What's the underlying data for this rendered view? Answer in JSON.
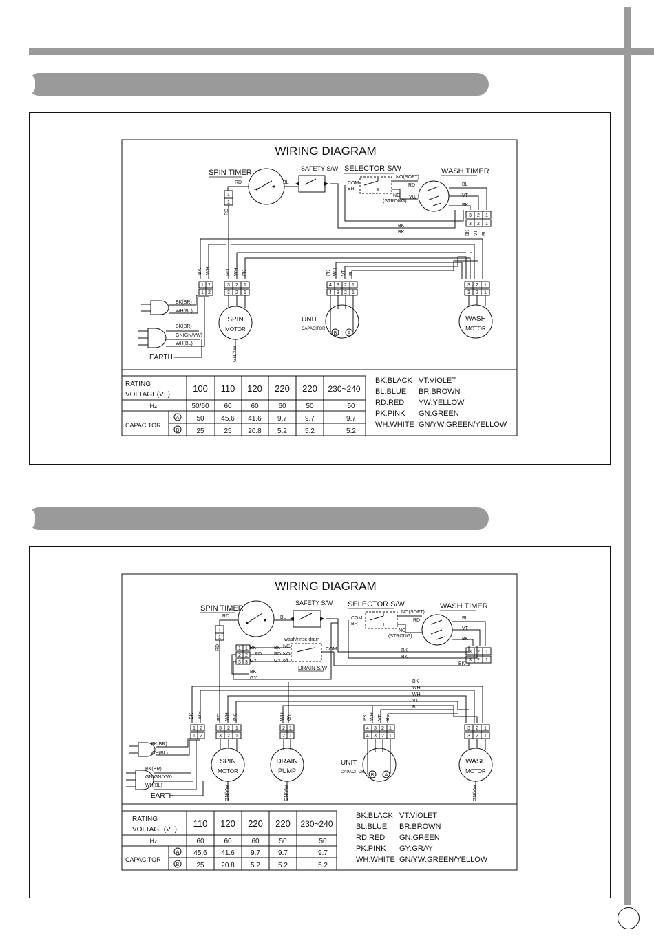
{
  "diagram1": {
    "title": "WIRING DIAGRAM",
    "components": {
      "spin_timer": "SPIN TIMER",
      "safety_sw": "SAFETY S/W",
      "selector_sw": "SELECTOR S/W",
      "wash_timer": "WASH TIMER",
      "spin_motor": [
        "SPIN",
        "MOTOR"
      ],
      "unit_capacitor": [
        "UNIT",
        "CAPACITOR"
      ],
      "wash_motor": [
        "WASH",
        "MOTOR"
      ],
      "earth": "EARTH",
      "no_soft": "NO(SOFT)",
      "nc": "NC",
      "strong": "(STRONG)",
      "com": "COM",
      "br": "BR"
    },
    "wires": {
      "rd": "RD",
      "bl": "BL",
      "bk": "BK",
      "wh": "WH",
      "vt": "VT",
      "pk": "PK",
      "yw": "YW",
      "gn_yw": "GN/YW",
      "plug_bk": "BK(BR)",
      "plug_wh": "WH(BL)",
      "plug_gn": "GN(GN/YW)",
      "cap_a": "A",
      "cap_b": "B"
    },
    "rating_table": {
      "header_label": [
        "RATING",
        "VOLTAGE(V~)"
      ],
      "voltages": [
        "100",
        "110",
        "120",
        "220",
        "220",
        "230~240"
      ],
      "hz_label": "Hz",
      "hz": [
        "50/60",
        "60",
        "60",
        "60",
        "50",
        "50"
      ],
      "capacitor_label": "CAPACITOR",
      "row_a_label": "A",
      "row_b_label": "B",
      "cap_a": [
        "50",
        "45.6",
        "41.6",
        "9.7",
        "9.7",
        "9.7"
      ],
      "cap_b": [
        "25",
        "25",
        "20.8",
        "5.2",
        "5.2",
        "5.2"
      ]
    },
    "legend": [
      [
        "BK:BLACK",
        "VT:VIOLET"
      ],
      [
        "BL:BLUE",
        "BR:BROWN"
      ],
      [
        "RD:RED",
        "YW:YELLOW"
      ],
      [
        "PK:PINK",
        "GN:GREEN"
      ],
      [
        "WH:WHITE",
        "GN/YW:GREEN/YELLOW"
      ]
    ]
  },
  "diagram2": {
    "title": "WIRING DIAGRAM",
    "components": {
      "spin_timer": "SPIN TIMER",
      "safety_sw": "SAFETY S/W",
      "selector_sw": "SELECTOR S/W",
      "wash_timer": "WASH TIMER",
      "drain_sw": "DRAIN S/W",
      "drain_modes": "wash/rinse,drain",
      "spin_motor": [
        "SPIN",
        "MOTOR"
      ],
      "drain_pump": [
        "DRAIN",
        "PUMP"
      ],
      "unit_capacitor": [
        "UNIT",
        "CAPACITOR"
      ],
      "wash_motor": [
        "WASH",
        "MOTOR"
      ],
      "earth": "EARTH",
      "no_soft": "NO(SOFT)",
      "nc": "NC",
      "strong": "(STRONG)",
      "com": "COM",
      "br": "BR",
      "no": "NO",
      "off": "off"
    },
    "wires": {
      "rd": "RD",
      "bl": "BL",
      "bk": "BK",
      "wh": "WH",
      "vt": "VT",
      "pk": "PK",
      "gy": "GY",
      "gn_yw": "GN/YW",
      "plug_bk": "BK(BR)",
      "plug_wh": "WH(BL)",
      "plug_gn": "GN(GN/YW)",
      "cap_a": "A",
      "cap_b": "B"
    },
    "rating_table": {
      "header_label": [
        "RATING",
        "VOLTAGE(V~)"
      ],
      "voltages": [
        "110",
        "120",
        "220",
        "220",
        "230~240"
      ],
      "hz_label": "Hz",
      "hz": [
        "60",
        "60",
        "60",
        "50",
        "50"
      ],
      "capacitor_label": "CAPACITOR",
      "row_a_label": "A",
      "row_b_label": "B",
      "cap_a": [
        "45.6",
        "41.6",
        "9.7",
        "9.7",
        "9.7"
      ],
      "cap_b": [
        "25",
        "20.8",
        "5.2",
        "5.2",
        "5.2"
      ]
    },
    "legend": [
      [
        "BK:BLACK",
        "VT:VIOLET"
      ],
      [
        "BL:BLUE",
        "BR:BROWN"
      ],
      [
        "RD:RED",
        "GN:GREEN"
      ],
      [
        "PK:PINK",
        "GY:GRAY"
      ],
      [
        "WH:WHITE",
        "GN/YW:GREEN/YELLOW"
      ]
    ]
  }
}
